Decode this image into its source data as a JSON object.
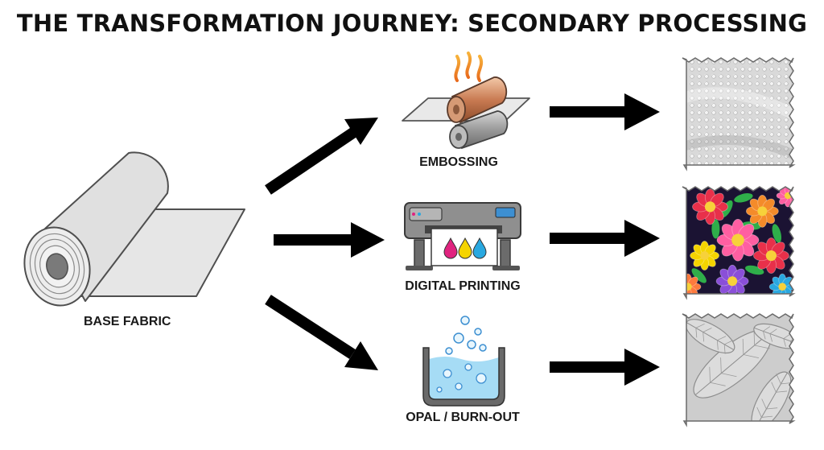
{
  "title": "THE TRANSFORMATION JOURNEY: SECONDARY PROCESSING",
  "source": {
    "label": "BASE FABRIC",
    "icon": "fabric-roll-icon"
  },
  "processes": [
    {
      "label": "EMBOSSING",
      "icon": "embossing-rollers-icon",
      "result_icon": "embossed-fabric-swatch-icon"
    },
    {
      "label": "DIGITAL PRINTING",
      "icon": "printer-icon",
      "result_icon": "floral-printed-fabric-swatch-icon"
    },
    {
      "label": "OPAL / BURN-OUT",
      "icon": "chemical-bath-icon",
      "result_icon": "burnout-leaf-fabric-swatch-icon"
    }
  ],
  "colors": {
    "arrow": "#000000",
    "fabric": "#e3e3e3",
    "outline": "#555555",
    "ink_cyan": "#29a8e0",
    "ink_magenta": "#e0237f",
    "ink_yellow": "#f5d400",
    "liquid": "#a6dcf5"
  }
}
